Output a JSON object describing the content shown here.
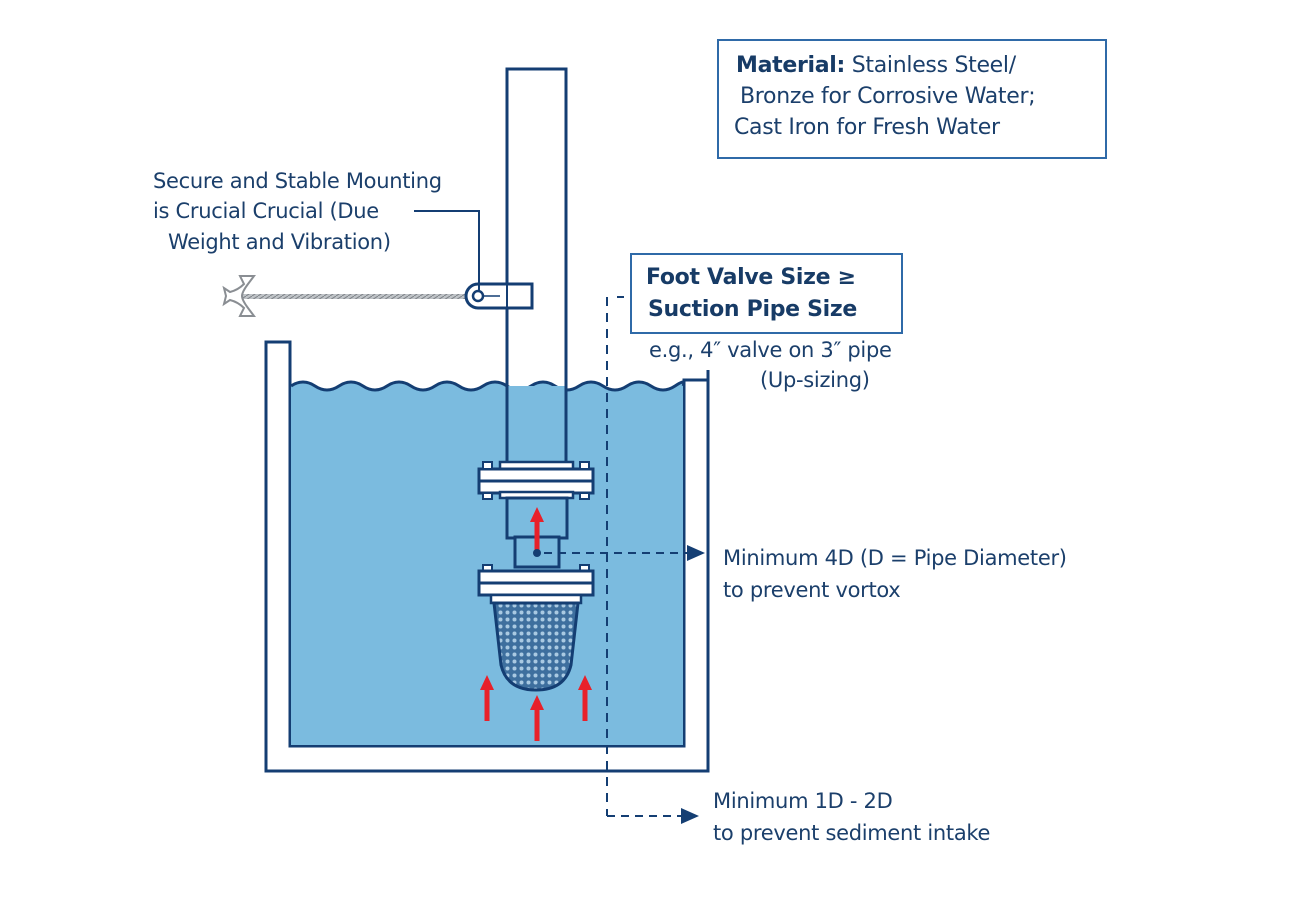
{
  "diagram": {
    "title": "Foot valve installation in suction tank",
    "colors": {
      "line": "#143e73",
      "water": "#7bbbdf",
      "box_border": "#2f6aa8",
      "flow_arrow": "#e8202a",
      "text": "#1b3f6b"
    },
    "material_note": {
      "label": "Material:",
      "lines": [
        " Stainless Steel/",
        "Bronze for Corrosive Water;",
        "Cast Iron for Fresh Water"
      ]
    },
    "mounting_note": {
      "lines": [
        "Secure and Stable Mounting",
        "is Crucial Crucial (Due",
        "Weight and Vibration)"
      ]
    },
    "sizing_note": {
      "lines": [
        "Foot Valve Size ≥",
        "Suction Pipe Size"
      ],
      "example": [
        "e.g., 4″ valve on 3″ pipe",
        "(Up-sizing)"
      ]
    },
    "submergence_note": {
      "lines": [
        "Minimum 4D (D = Pipe Diameter)",
        "to prevent vortox"
      ]
    },
    "clearance_note": {
      "lines": [
        "Minimum 1D - 2D",
        "to prevent sediment intake"
      ]
    },
    "icons": {
      "anchor": "anchor-icon",
      "flow": "arrow-up-icon",
      "strainer": "strainer-mesh-icon"
    }
  }
}
